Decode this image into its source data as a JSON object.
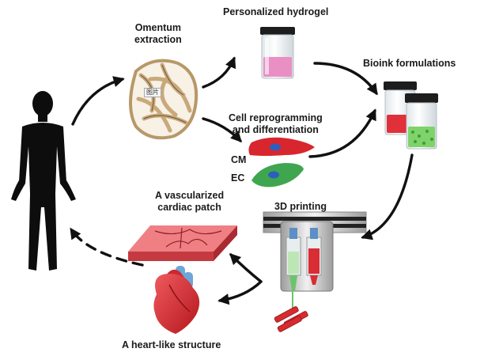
{
  "labels": {
    "omentum": [
      "Omentum",
      "extraction"
    ],
    "hydrogel": "Personalized hydrogel",
    "bioink": "Bioink formulations",
    "reprogramming": [
      "Cell reprogramming",
      "and differentiation"
    ],
    "cm": "CM",
    "ec": "EC",
    "printing": "3D printing",
    "patch": [
      "A vascularized",
      "cardiac patch"
    ],
    "heart": "A heart-like structure"
  },
  "image_tag": "图片",
  "colors": {
    "arrow": "#111111",
    "body": "#0d0d0d",
    "hydrogel_pink": "#e98fc4",
    "bioink_red": "#e0303a",
    "bioink_green": "#7fd36a",
    "cm_red": "#d8262f",
    "ec_green": "#3fa64f",
    "nucleus_blue": "#2b5fbf",
    "patch_red": "#e9545c",
    "heart_red": "#d72a2f",
    "vessel_blue": "#6ea6d8",
    "omentum_tan": "#c9a97a"
  },
  "icons": [
    "human-body-icon",
    "omentum-icon",
    "hydrogel-jar-icon",
    "bioink-jars-icon",
    "cell-cm-icon",
    "cell-ec-icon",
    "bioprinter-icon",
    "cardiac-patch-icon",
    "heart-icon"
  ]
}
